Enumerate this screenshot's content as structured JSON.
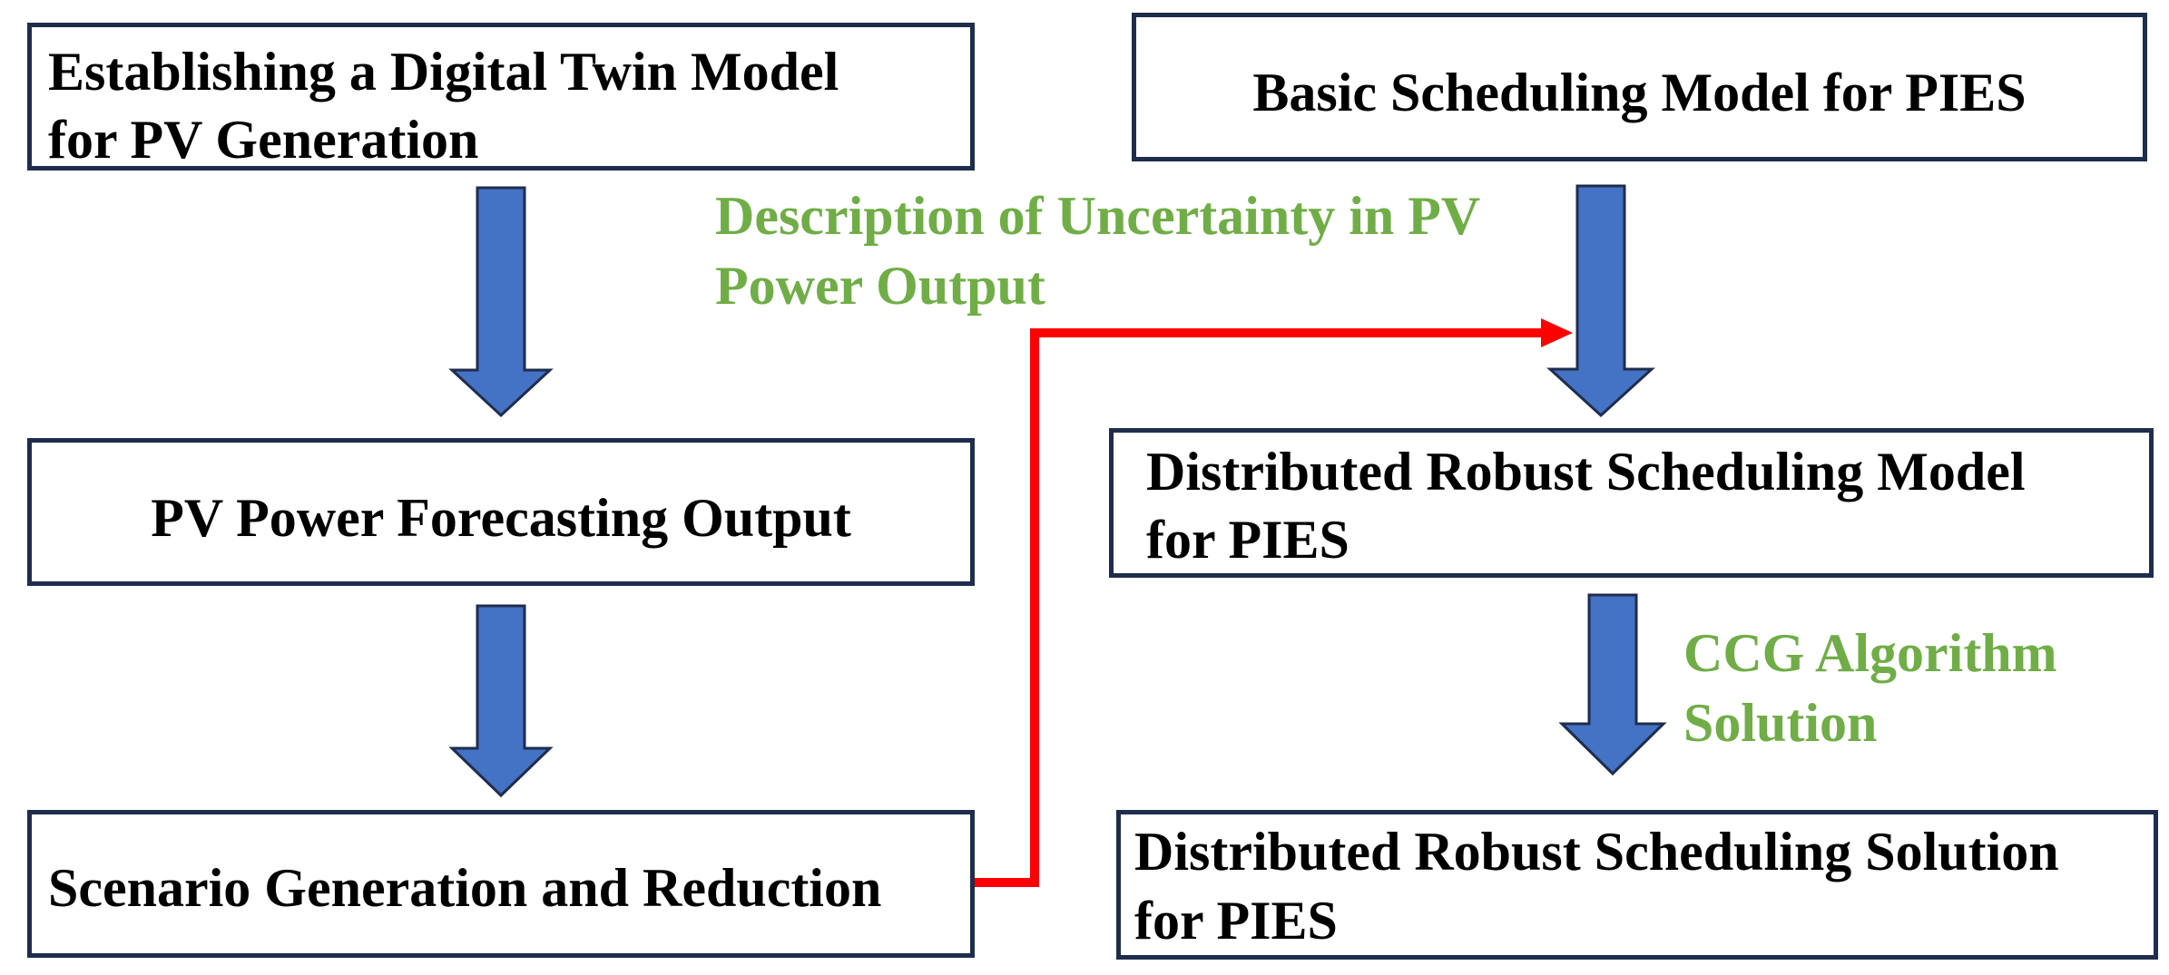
{
  "boxes": {
    "digital_twin": {
      "line1": "Establishing a Digital Twin Model",
      "line2": "for PV Generation"
    },
    "pv_forecast": {
      "line1": "PV Power Forecasting Output"
    },
    "scenario": {
      "line1": "Scenario Generation and Reduction"
    },
    "basic_model": {
      "line1": "Basic Scheduling Model for PIES"
    },
    "robust_model": {
      "line1": "Distributed Robust Scheduling Model",
      "line2": "for PIES"
    },
    "robust_solution": {
      "line1": "Distributed Robust Scheduling Solution",
      "line2": "for PIES"
    }
  },
  "annotations": {
    "uncertainty": {
      "line1": "Description of Uncertainty in PV",
      "line2": "Power Output"
    },
    "ccg": {
      "line1": "CCG Algorithm",
      "line2": "Solution"
    }
  },
  "colors": {
    "box_border": "#1f2d4d",
    "flow_arrow": "#4472c4",
    "connector": "#ff0000",
    "annotation_text": "#70ad47"
  }
}
